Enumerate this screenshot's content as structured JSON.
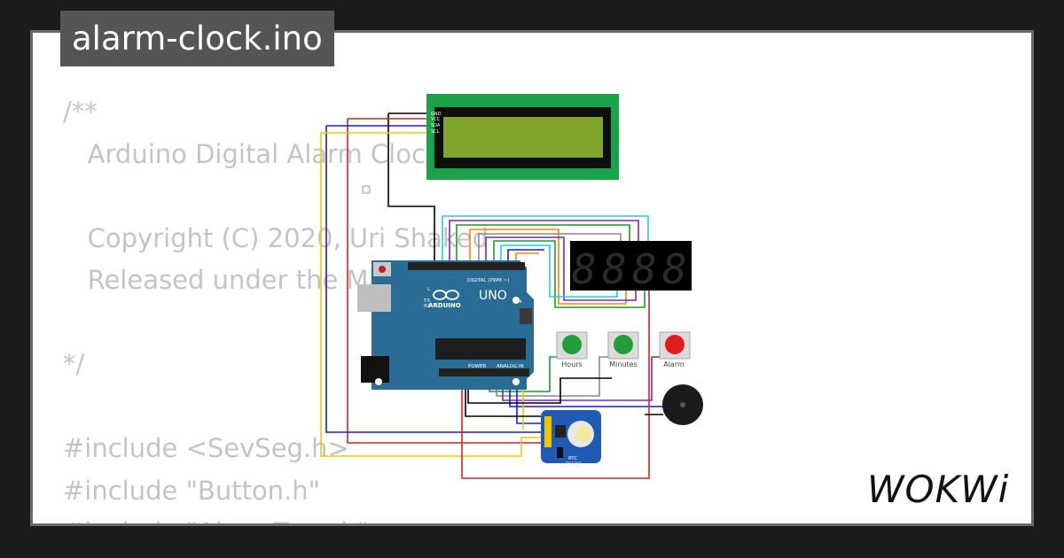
{
  "title_tag": "alarm-clock.ino",
  "code": {
    "lines": [
      "/**",
      "   Arduino Digital Alarm Clock",
      "",
      "   Copyright (C) 2020, Uri Shaked",
      "   Released under the MIT License.",
      "",
      "*/",
      "",
      "#include <SevSeg.h>",
      "#include \"Button.h\"",
      "#include \"AlarmTone.h\""
    ]
  },
  "lcd": {
    "pins": [
      "GND",
      "VCC",
      "SDA",
      "SCL"
    ],
    "bg_color": "#1ba34a",
    "screen_color": "#7fa62a"
  },
  "arduino": {
    "brand": "ARDUINO",
    "model": "UNO",
    "digital_label": "DIGITAL (PWM ~)",
    "analog_label": "ANALOG IN",
    "power_label": "POWER",
    "on_label": "ON",
    "tx_label": "TX",
    "rx_label": "RX",
    "l_label": "L",
    "board_color": "#2a6d94"
  },
  "seven_segment": {
    "digits": [
      "8",
      "8",
      "8",
      "8"
    ],
    "segment_color": "#2b2b2b"
  },
  "buttons": [
    {
      "label": "Hours",
      "color": "#1f9e3a"
    },
    {
      "label": "Minutes",
      "color": "#1f9e3a"
    },
    {
      "label": "Alarm",
      "color": "#e01e1e"
    }
  ],
  "rtc": {
    "label": "RTC",
    "chip": "DS1307",
    "board_color": "#1f5bb3"
  },
  "buzzer": {
    "color": "#1a1a1a"
  },
  "logo": {
    "text": "WOKWi"
  },
  "colors": {
    "code_text": "#c4c4c4",
    "title_bg": "#555555",
    "page_bg": "#1b1b1b",
    "card_bg": "#ffffff"
  }
}
